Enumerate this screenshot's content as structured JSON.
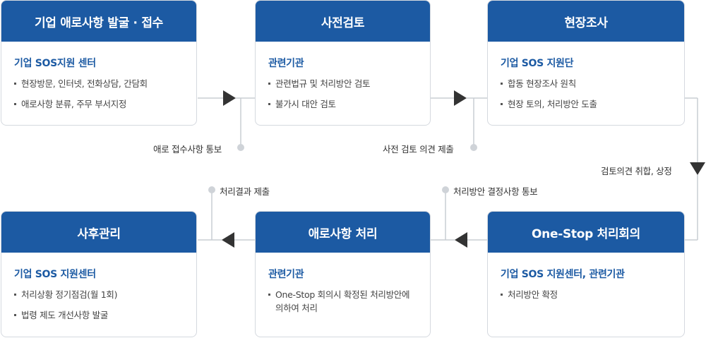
{
  "steps": [
    {
      "title": "기업 애로사항 발굴 · 접수",
      "org": "기업 SOS지원 센터",
      "items": [
        "현장방문, 인터넷, 전화상담, 간담회",
        "애로사항 분류, 주무 부서지정"
      ]
    },
    {
      "title": "사전검토",
      "org": "관련기관",
      "items": [
        "관련법규 및 처리방안 검토",
        "불가시 대안 검토"
      ]
    },
    {
      "title": "현장조사",
      "org": "기업 SOS 지원단",
      "items": [
        "합동 현장조사 원칙",
        "현장 토의, 처리방안 도출"
      ]
    },
    {
      "title": "사후관리",
      "org": "기업 SOS 지원센터",
      "items": [
        "처리상황 정기점검(월 1회)",
        "법령 제도 개선사항 발굴"
      ]
    },
    {
      "title": "애로사항 처리",
      "org": "관련기관",
      "items": [
        "One-Stop 회의시 확정된 처리방안에 의하여 처리"
      ]
    },
    {
      "title": "One-Stop 처리회의",
      "org": "기업 SOS 지원센터, 관련기관",
      "items": [
        "처리방안 확정"
      ]
    }
  ],
  "labels": {
    "notify_intake": "애로 접수사항 통보",
    "submit_review": "사전 검토 의견 제출",
    "collect_opinion": "검토의견 취합, 상정",
    "submit_result": "처리결과 제출",
    "notify_decision": "처리방안 결정사항 통보"
  },
  "colors": {
    "header": "#1c5aa3",
    "org_text": "#1c5aa3",
    "arrow": "#333333",
    "line": "#c9cdd3",
    "dot": "#cfd3d8"
  }
}
